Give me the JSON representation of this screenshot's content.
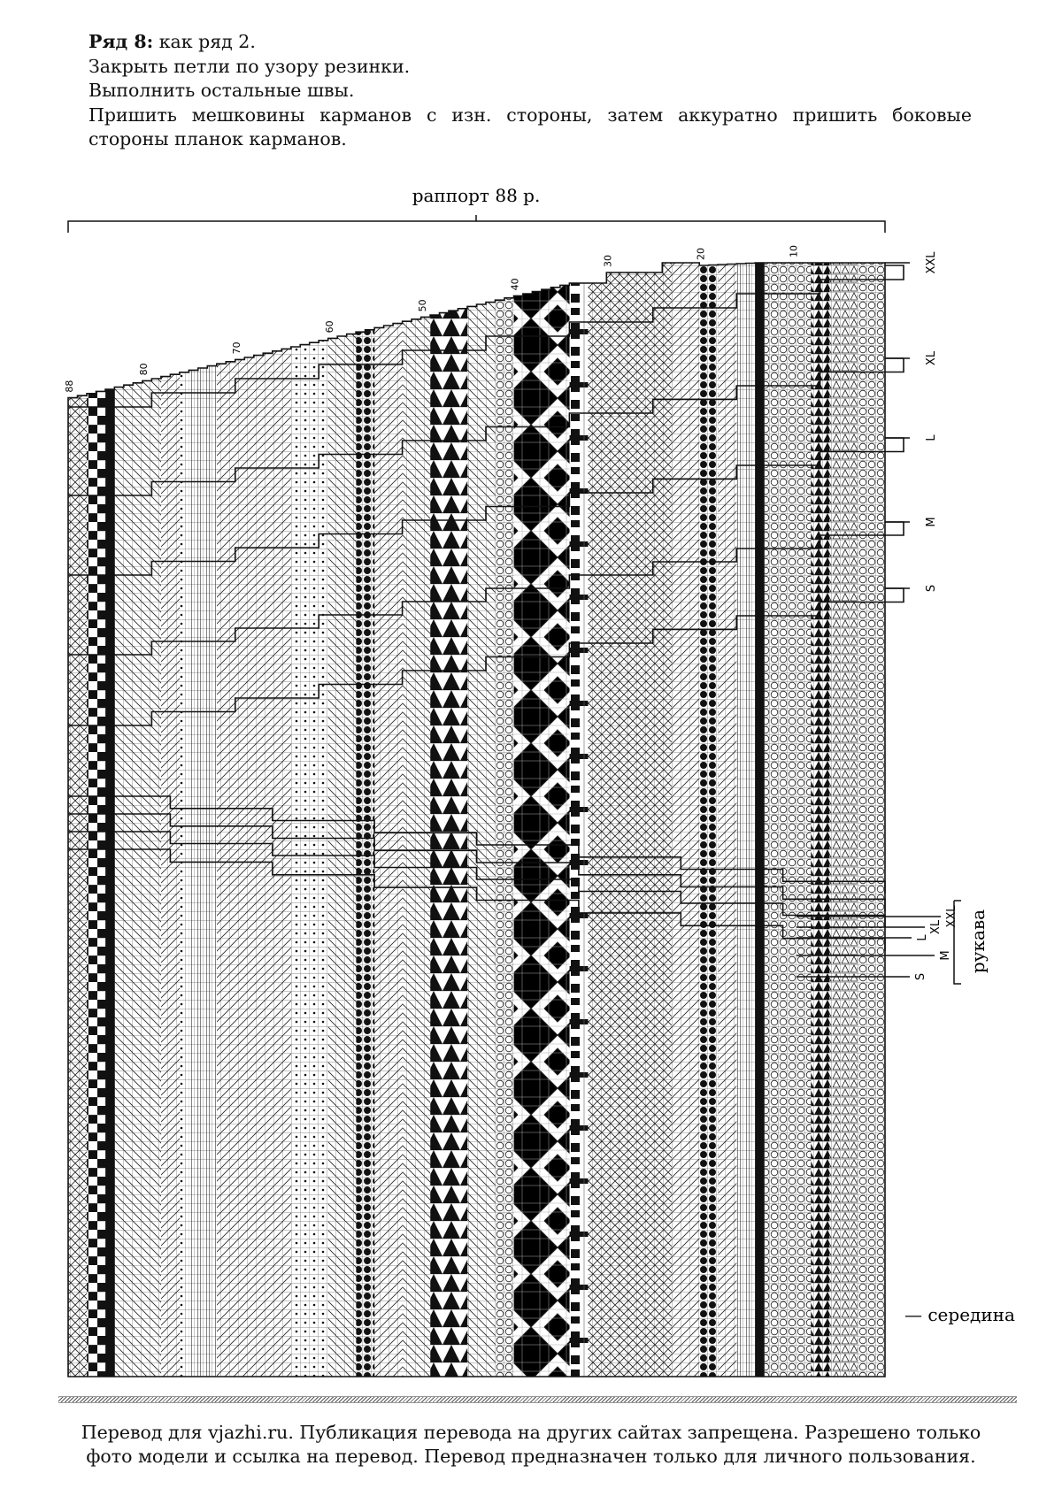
{
  "instructions": {
    "row_label": "Ряд 8:",
    "row_text": "как ряд 2.",
    "lines": [
      "Закрыть петли по узору резинки.",
      "Выполнить остальные швы."
    ],
    "last_line_a": "Пришить мешковины карманов с изн. стороны, затем аккуратно пришить боковые",
    "last_line_b": "стороны планок карманов."
  },
  "chart": {
    "repeat_label": "раппорт 88 р.",
    "column_numbers": [
      "10",
      "20",
      "30",
      "40",
      "50",
      "60",
      "70",
      "80",
      "88"
    ],
    "body_sizes": [
      "XXL",
      "XL",
      "L",
      "M",
      "S"
    ],
    "sleeve_sizes": [
      "XXL",
      "XL",
      "L",
      "M",
      "S"
    ],
    "sleeve_label": "рукава",
    "middle_label": "— середина",
    "colors": {
      "ink": "#111111",
      "paper": "#ffffff",
      "grid": "#555555"
    }
  },
  "footer": {
    "line1": "Перевод для vjazhi.ru. Публикация перевода на других сайтах запрещена. Разрешено только",
    "line2": "фото модели и ссылка на перевод.  Перевод предназначен только для личного пользования."
  }
}
